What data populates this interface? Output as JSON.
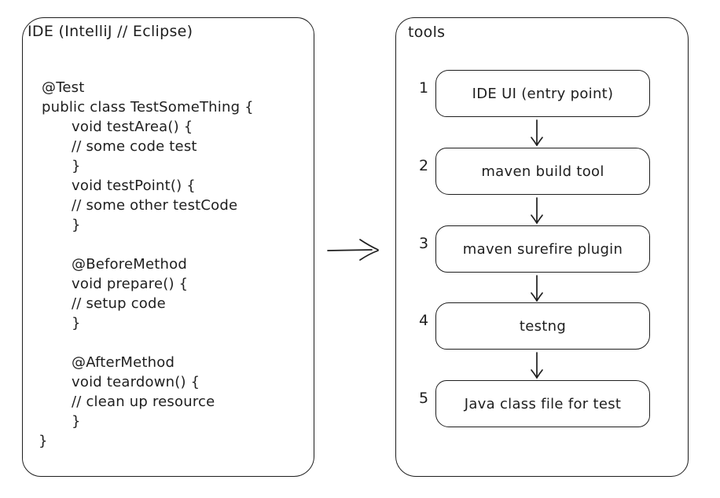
{
  "left_panel": {
    "title": "IDE (IntelliJ // Eclipse)",
    "code_lines": [
      "@Test",
      "public class TestSomeThing {",
      "void testArea() {",
      "// some code test",
      "}",
      "void testPoint() {",
      "// some other testCode",
      "}",
      "",
      "@BeforeMethod",
      "void prepare() {",
      "// setup code",
      "}",
      "",
      "@AfterMethod",
      "void teardown() {",
      "// clean up resource",
      "}",
      "}"
    ]
  },
  "right_panel": {
    "title": "tools",
    "steps": [
      {
        "number": "1",
        "label": "IDE UI (entry point)"
      },
      {
        "number": "2",
        "label": "maven build tool"
      },
      {
        "number": "3",
        "label": "maven surefire plugin"
      },
      {
        "number": "4",
        "label": "testng"
      },
      {
        "number": "5",
        "label": "Java class file for test"
      }
    ]
  },
  "colors": {
    "stroke": "#1e1e1e",
    "background": "#ffffff"
  }
}
